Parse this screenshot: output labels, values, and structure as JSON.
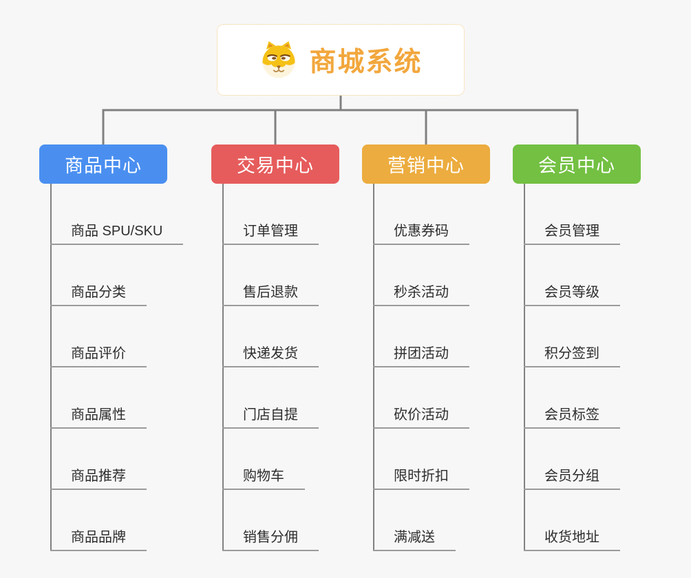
{
  "root": {
    "title": "商城系统",
    "icon": "dog-face-icon"
  },
  "colors": {
    "background": "#f7f7f7",
    "connector": "#808080",
    "leaf_underline": "#9a9a9a",
    "root_accent": "#f2a73d",
    "root_border": "#f2c985"
  },
  "branches": [
    {
      "label": "商品中心",
      "color": "#4a8ff0",
      "children": [
        "商品 SPU/SKU",
        "商品分类",
        "商品评价",
        "商品属性",
        "商品推荐",
        "商品品牌"
      ]
    },
    {
      "label": "交易中心",
      "color": "#e65c5c",
      "children": [
        "订单管理",
        "售后退款",
        "快递发货",
        "门店自提",
        "购物车",
        "销售分佣"
      ]
    },
    {
      "label": "营销中心",
      "color": "#ecac3f",
      "children": [
        "优惠券码",
        "秒杀活动",
        "拼团活动",
        "砍价活动",
        "限时折扣",
        "满减送"
      ]
    },
    {
      "label": "会员中心",
      "color": "#73c043",
      "children": [
        "会员管理",
        "会员等级",
        "积分签到",
        "会员标签",
        "会员分组",
        "收货地址"
      ]
    }
  ]
}
